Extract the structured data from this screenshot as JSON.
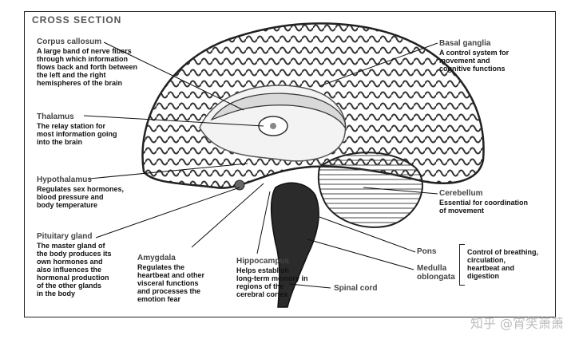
{
  "title": "CROSS SECTION",
  "labels": {
    "corpus_callosum": {
      "heading": "Corpus callosum",
      "desc": "A large band of nerve fibers\nthrough which information\nflows back and forth between\nthe left and the right\nhemispheres of the brain"
    },
    "thalamus": {
      "heading": "Thalamus",
      "desc": "The relay station for\nmost information going\ninto the brain"
    },
    "hypothalamus": {
      "heading": "Hypothalamus",
      "desc": "Regulates sex hormones,\nblood pressure and\nbody temperature"
    },
    "pituitary_gland": {
      "heading": "Pituitary gland",
      "desc": "The master gland of\nthe body produces its\nown hormones and\nalso influences the\nhormonal production\nof the other glands\nin the body"
    },
    "amygdala": {
      "heading": "Amygdala",
      "desc": "Regulates the\nheartbeat and other\nvisceral functions\nand processes the\nemotion fear"
    },
    "hippocampus": {
      "heading": "Hippocampus",
      "desc": "Helps establish\nlong-term memory in\nregions of the\ncerebral cortex"
    },
    "basal_ganglia": {
      "heading": "Basal ganglia",
      "desc": "A control system for\nmovement and\ncognitive functions"
    },
    "cerebellum": {
      "heading": "Cerebellum",
      "desc": "Essential for coordination\nof movement"
    },
    "pons": {
      "heading": "Pons"
    },
    "medulla": {
      "heading": "Medulla\noblongata"
    },
    "brainstem_desc": {
      "desc": "Control of breathing,\ncirculation,\nheartbeat and\ndigestion"
    },
    "spinal_cord": {
      "heading": "Spinal cord"
    }
  },
  "watermark": "知乎 @宵笑萧萧"
}
